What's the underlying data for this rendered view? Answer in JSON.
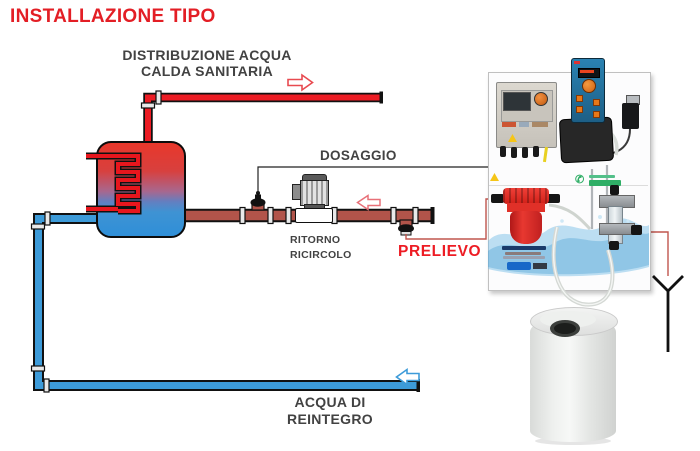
{
  "title": "INSTALLAZIONE TIPO",
  "labels": {
    "hot_distribution_line1": "DISTRIBUZIONE ACQUA",
    "hot_distribution_line2": "CALDA SANITARIA",
    "dosing": "DOSAGGIO",
    "return_line1": "RITORNO",
    "return_line2": "RICIRCOLO",
    "sampling": "PRELIEVO",
    "makeup_line1": "ACQUA DI",
    "makeup_line2": "REINTEGRO"
  },
  "icons": {
    "flow_arrow_hot": "right-pointing outline arrow (hot water flow)",
    "flow_arrow_return": "left-pointing outline arrow (recirculation return flow)",
    "flow_arrow_cold": "left-pointing outline arrow (make-up water flow)",
    "drain_funnel": "Y-shaped drain funnel symbol",
    "dosing_valve": "small black valve on return pipe",
    "sampling_valve": "small black valve under tee",
    "phone": "green phone contact icon on dosing panel"
  },
  "colors": {
    "title_red": "#e31e25",
    "hot_pipe": "#ec1c24",
    "return_pipe": "#b2544a",
    "cold_pipe": "#3d9bd9",
    "signal_line_red": "#c0564e",
    "label_gray": "#424242",
    "tank_gradient_top": "#e8372b",
    "tank_gradient_bottom": "#2f8fd8"
  }
}
